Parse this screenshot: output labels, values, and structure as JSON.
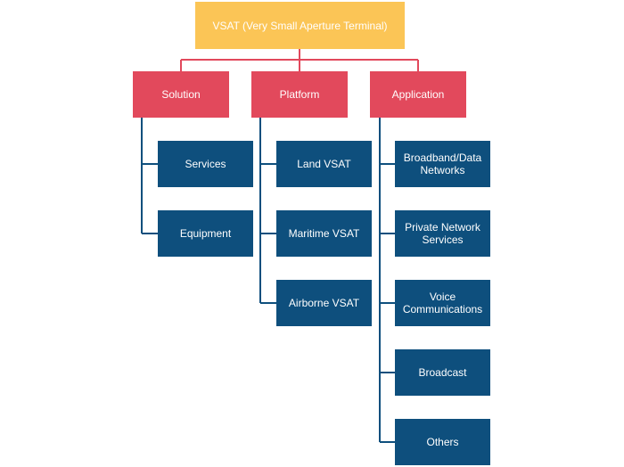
{
  "root": {
    "label": "VSAT (Very Small Aperture Terminal)"
  },
  "categories": [
    {
      "label": "Solution",
      "children": [
        "Services",
        "Equipment"
      ]
    },
    {
      "label": "Platform",
      "children": [
        "Land VSAT",
        "Maritime VSAT",
        "Airborne VSAT"
      ]
    },
    {
      "label": "Application",
      "children": [
        "Broadband/Data\nNetworks",
        "Private Network\nServices",
        "Voice\nCommunications",
        "Broadcast",
        "Others"
      ]
    }
  ],
  "colors": {
    "root": "#fbc556",
    "category": "#e2495c",
    "leaf": "#0e4f7d",
    "connector_top": "#e2495c",
    "connector_branch": "#0e4f7d"
  }
}
